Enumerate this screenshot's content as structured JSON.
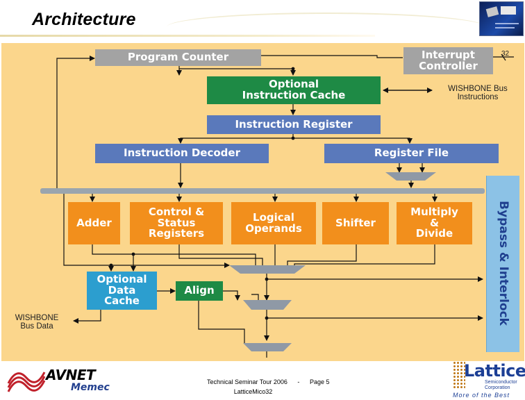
{
  "slide": {
    "title": "Architecture"
  },
  "blocks": {
    "program_counter": "Program Counter",
    "interrupt_controller": "Interrupt\nController",
    "instruction_cache": "Optional\nInstruction Cache",
    "instruction_register": "Instruction Register",
    "instruction_decoder": "Instruction Decoder",
    "register_file": "Register File",
    "adder": "Adder",
    "control_status": "Control &\nStatus\nRegisters",
    "logical_operands": "Logical\nOperands",
    "shifter": "Shifter",
    "multiply_divide": "Multiply\n&\nDivide",
    "data_cache": "Optional\nData\nCache",
    "align": "Align",
    "bypass_interlock": "Bypass & Interlock"
  },
  "notes": {
    "irq_width": "32",
    "wishbone_instructions": "WISHBONE Bus\nInstructions",
    "wishbone_data": "WISHBONE\nBus Data"
  },
  "footer": {
    "line1_left": "Technical Seminar Tour 2006",
    "line1_sep": "-",
    "line1_right": "Page 5",
    "line2": "LatticeMico32"
  },
  "logos": {
    "avnet": "AVNET",
    "memec": "Memec",
    "lattice": "Lattice",
    "lattice_sub1": "Semiconductor",
    "lattice_sub2": "Corporation",
    "lattice_tagline": "More of the Best"
  },
  "colors": {
    "panel": "#fbd68c",
    "gray_block": "#a3a3a3",
    "green_block": "#1e8a45",
    "blue_block": "#5a79bb",
    "orange_block": "#f28f1c",
    "cyan_block": "#2c9ecf",
    "bypass": "#8cc2e6"
  }
}
